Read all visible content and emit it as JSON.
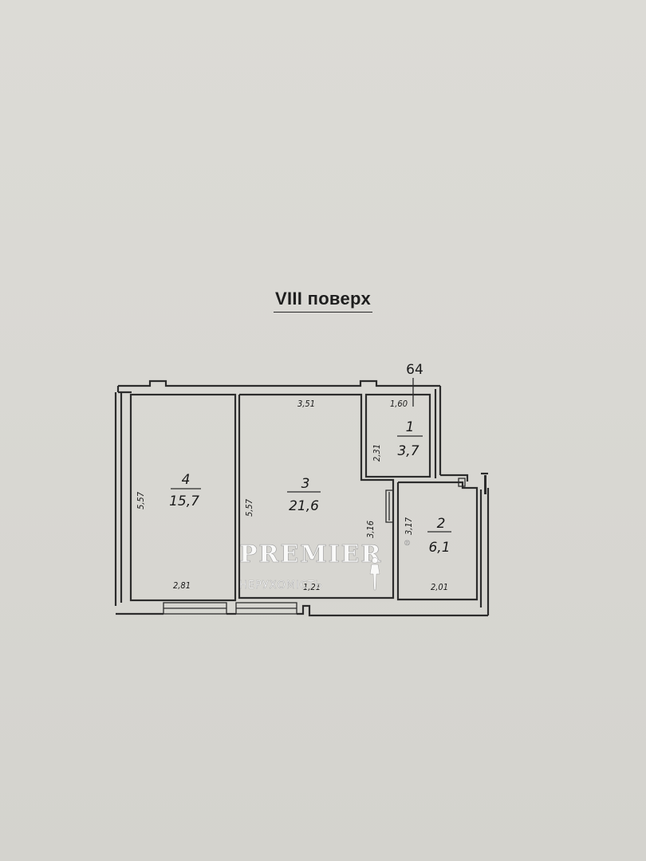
{
  "title": "VIII поверх",
  "apartment_number": "64",
  "rooms": [
    {
      "number": "1",
      "area": "3,7"
    },
    {
      "number": "2",
      "area": "6,1"
    },
    {
      "number": "3",
      "area": "21,6"
    },
    {
      "number": "4",
      "area": "15,7"
    }
  ],
  "dimensions": {
    "room1_width": "1,60",
    "room1_height": "2,31",
    "room2_width": "2,01",
    "room2_height": "3,17",
    "room3_width": "3,51",
    "room3_bottom": "1,21",
    "room3_height_left": "5,57",
    "room3_height_right": "3,16",
    "room4_width": "2,81",
    "room4_height": "5,57"
  },
  "watermark": {
    "brand": "PREMIER",
    "registered_mark": "®",
    "subtitle": "НЕРУХОМІСТЬ"
  }
}
